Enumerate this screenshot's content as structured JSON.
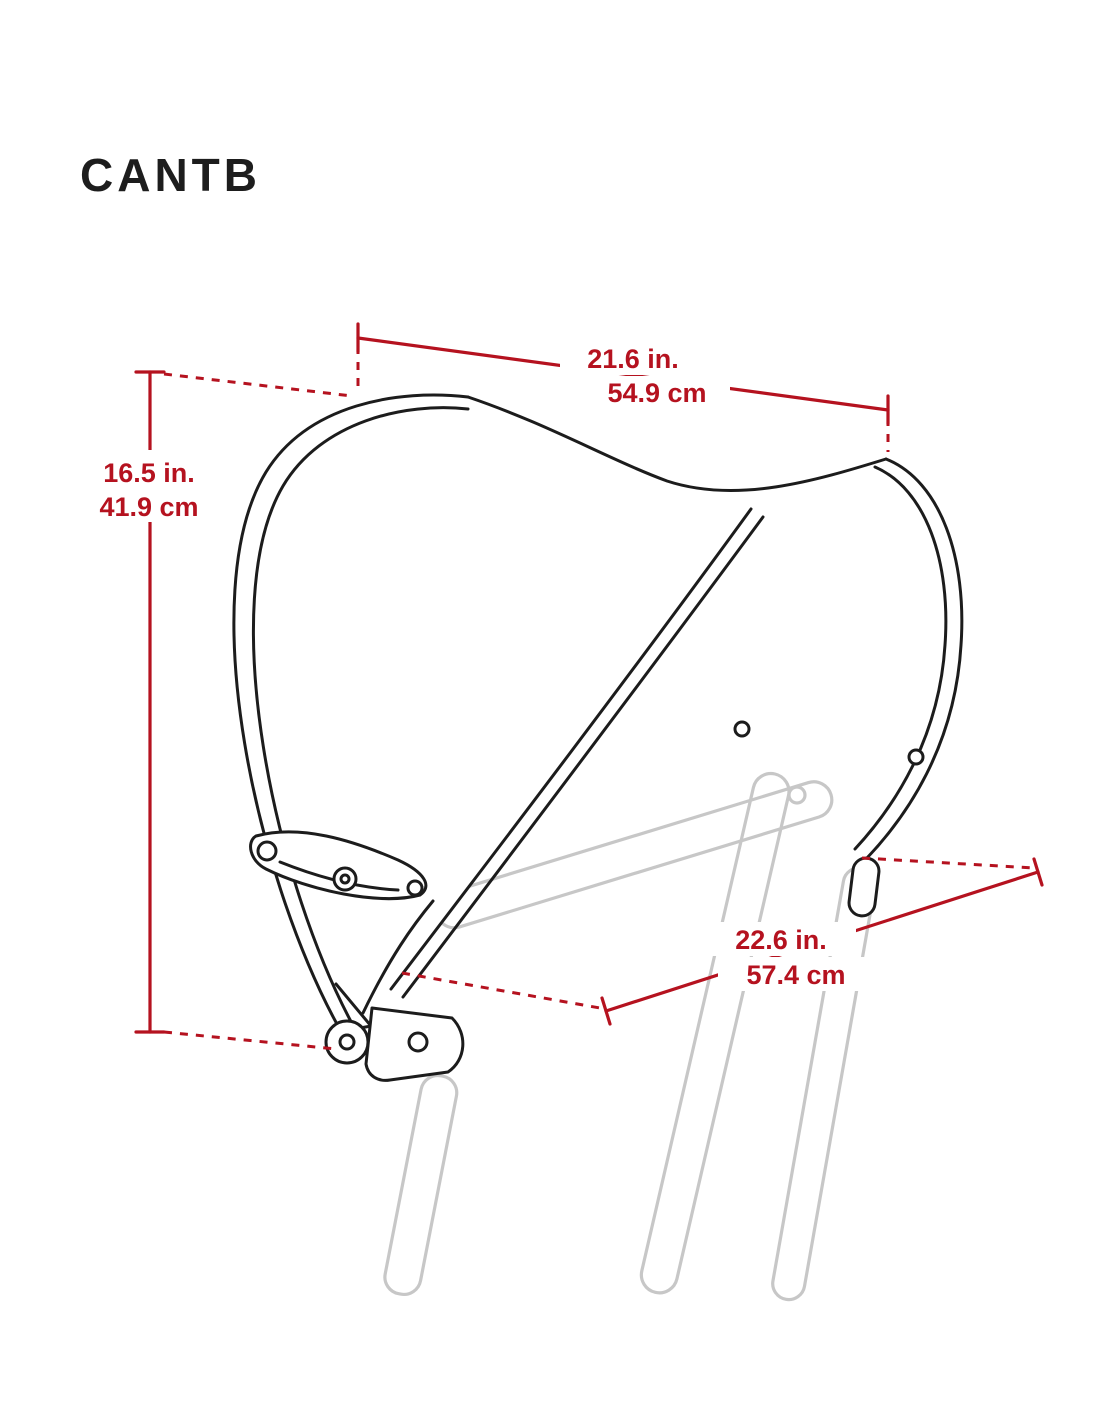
{
  "product": {
    "code": "CANTB"
  },
  "diagram": {
    "description": "Canopy dimension diagram",
    "dimensions": {
      "width": {
        "inches": "21.6 in.",
        "centimeters": "54.9 cm"
      },
      "height": {
        "inches": "16.5 in.",
        "centimeters": "41.9 cm"
      },
      "depth": {
        "inches": "22.6 in.",
        "centimeters": "57.4 cm"
      }
    },
    "colors": {
      "dimension_red": "#b5121f",
      "outline_black": "#1c1c1c",
      "frame_gray": "#c7c7c7",
      "background": "#ffffff"
    }
  }
}
